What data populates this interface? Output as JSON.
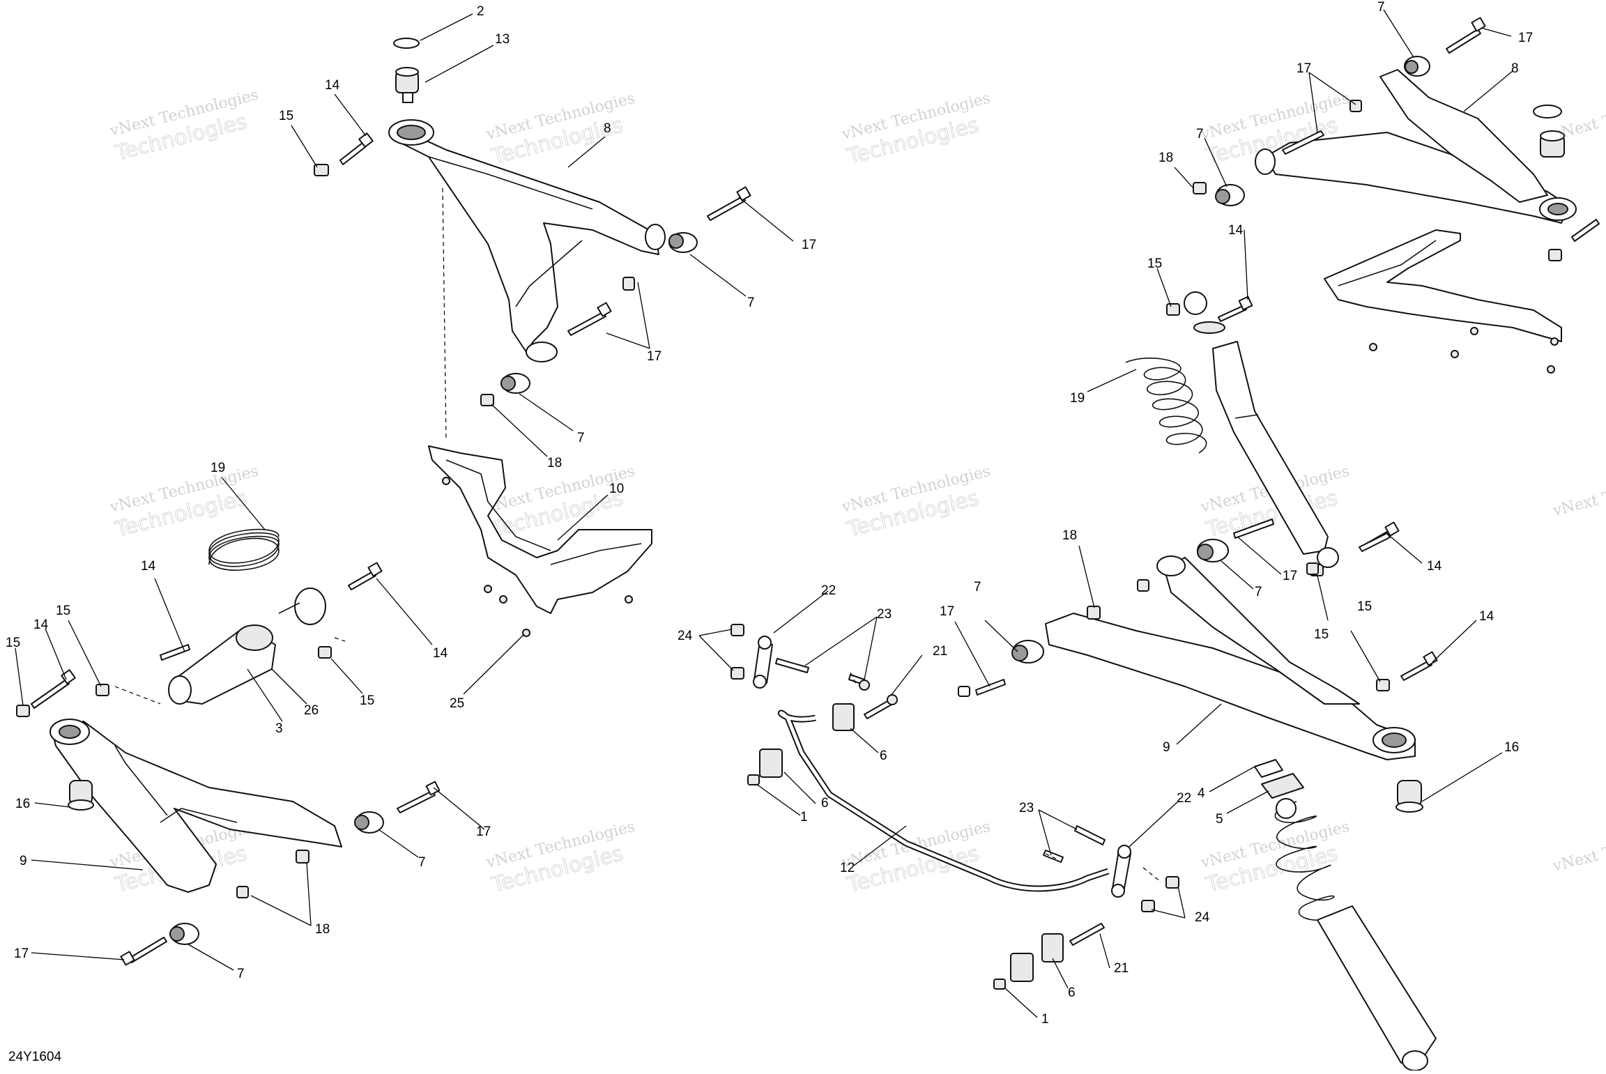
{
  "diagram_code": "24Y1604",
  "watermark": {
    "line1": "vNext",
    "line2": "vNext Technologies",
    "line3": "Technologies"
  },
  "callouts": {
    "c_2": "2",
    "c_13": "13",
    "c_14a": "14",
    "c_15a": "15",
    "c_8a": "8",
    "c_17a": "17",
    "c_7a": "7",
    "c_17b": "17",
    "c_7b": "7",
    "c_18a": "18",
    "c_10": "10",
    "c_25": "25",
    "c_19a": "19",
    "c_14b": "14",
    "c_14c": "14",
    "c_15b": "15",
    "c_15c": "15",
    "c_15d": "15",
    "c_14d": "14",
    "c_3": "3",
    "c_26": "26",
    "c_16a": "16",
    "c_9a": "9",
    "c_17c": "17",
    "c_7c": "7",
    "c_18b": "18",
    "c_17d": "17",
    "c_7d": "7",
    "c_22a": "22",
    "c_24a": "24",
    "c_23a": "23",
    "c_21a": "21",
    "c_6a": "6",
    "c_6b": "6",
    "c_1a": "1",
    "c_12": "12",
    "c_7e": "7",
    "c_17e": "17",
    "c_18c": "18",
    "c_7f": "7",
    "c_17f": "17",
    "c_14e": "14",
    "c_15e": "15",
    "c_15f": "15",
    "c_14f": "14",
    "c_9b": "9",
    "c_16b": "16",
    "c_4": "4",
    "c_5": "5",
    "c_23b": "23",
    "c_22b": "22",
    "c_24b": "24",
    "c_21b": "21",
    "c_6c": "6",
    "c_1b": "1",
    "c_7g": "7",
    "c_17g": "17",
    "c_17h": "17",
    "c_8b": "8",
    "c_7h": "7",
    "c_18d": "18",
    "c_14g": "14",
    "c_15g": "15",
    "c_19b": "19"
  }
}
